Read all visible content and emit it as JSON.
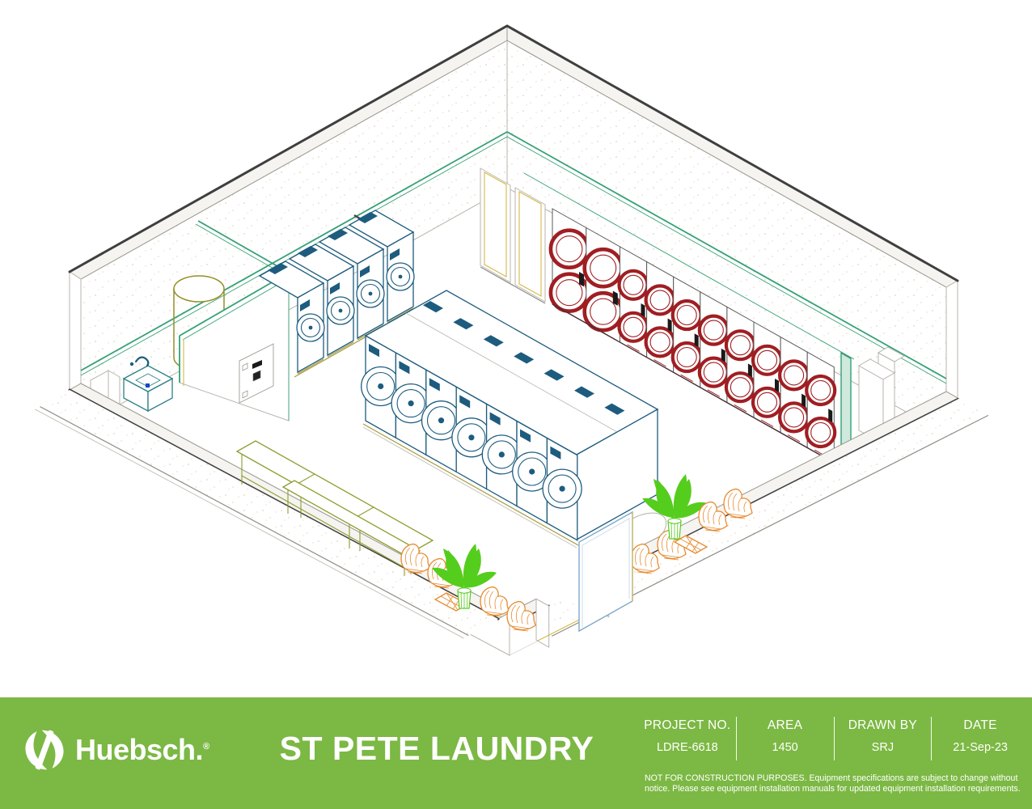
{
  "colors": {
    "footer_green": "#7cb844",
    "text_white": "#ffffff",
    "washer_blue": "#1d5c7e",
    "dryer_red": "#a01e22",
    "accent_teal": "#35a077",
    "door_yellow": "#d4b84a",
    "bench_olive": "#8f9c2f",
    "chair_orange": "#e78a2e",
    "plant_green": "#55cd1d",
    "tank_olive": "#958f27",
    "wall_edge": "#3f3f3f"
  },
  "drawing": {
    "type": "isometric-equipment-layout",
    "room": "laundry-store",
    "equipment_counts": {
      "washers_left_wall_row": 4,
      "washers_center_island_visible": 7,
      "stacked_dryers_back_wall": 10,
      "folding_tables": 2,
      "lounge_chair_groups": 2,
      "plants": 2,
      "water_heater_tank": 1,
      "mop_sink": 1,
      "double_doors": 2
    }
  },
  "footer": {
    "brand": {
      "wordmark": "Huebsch.",
      "reg_mark": "®",
      "logo": "huebsch-leaf-circle-logo"
    },
    "title": "ST PETE LAUNDRY",
    "table": {
      "cols": [
        {
          "label": "PROJECT NO.",
          "value": "LDRE-6618"
        },
        {
          "label": "AREA",
          "value": "1450"
        },
        {
          "label": "DRAWN BY",
          "value": "SRJ"
        },
        {
          "label": "DATE",
          "value": "21-Sep-23"
        }
      ]
    },
    "disclaimer": "NOT FOR CONSTRUCTION PURPOSES. Equipment specifications are subject to change without notice. Please see equipment installation manuals for updated equipment installation requirements."
  }
}
